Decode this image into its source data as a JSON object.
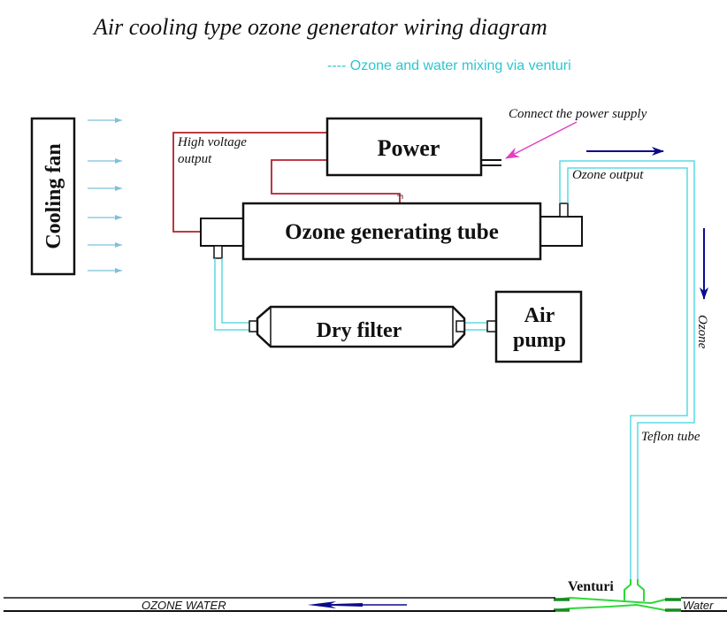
{
  "title": "Air cooling type ozone generator wiring diagram",
  "subtitle": "---- Ozone and water mixing via venturi",
  "components": {
    "cooling_fan": "Cooling fan",
    "power": "Power",
    "ozone_tube": "Ozone generating tube",
    "dry_filter": "Dry filter",
    "air_pump_line1": "Air",
    "air_pump_line2": "pump",
    "venturi": "Venturi"
  },
  "labels": {
    "high_voltage_line1": "High voltage",
    "high_voltage_line2": "output",
    "connect_power": "Connect the power supply",
    "ozone_output": "Ozone output",
    "ozone_flow": "Ozone",
    "teflon_tube": "Teflon tube",
    "ozone_water": "OZONE WATER",
    "water": "Water"
  },
  "colors": {
    "wire": "#b2222a",
    "tube": "#3fd4dc",
    "arrow": "#0b0b8c",
    "pointer": "#e040c8",
    "fan_air": "#7fc1dc",
    "venturi": "#2fd83a"
  }
}
